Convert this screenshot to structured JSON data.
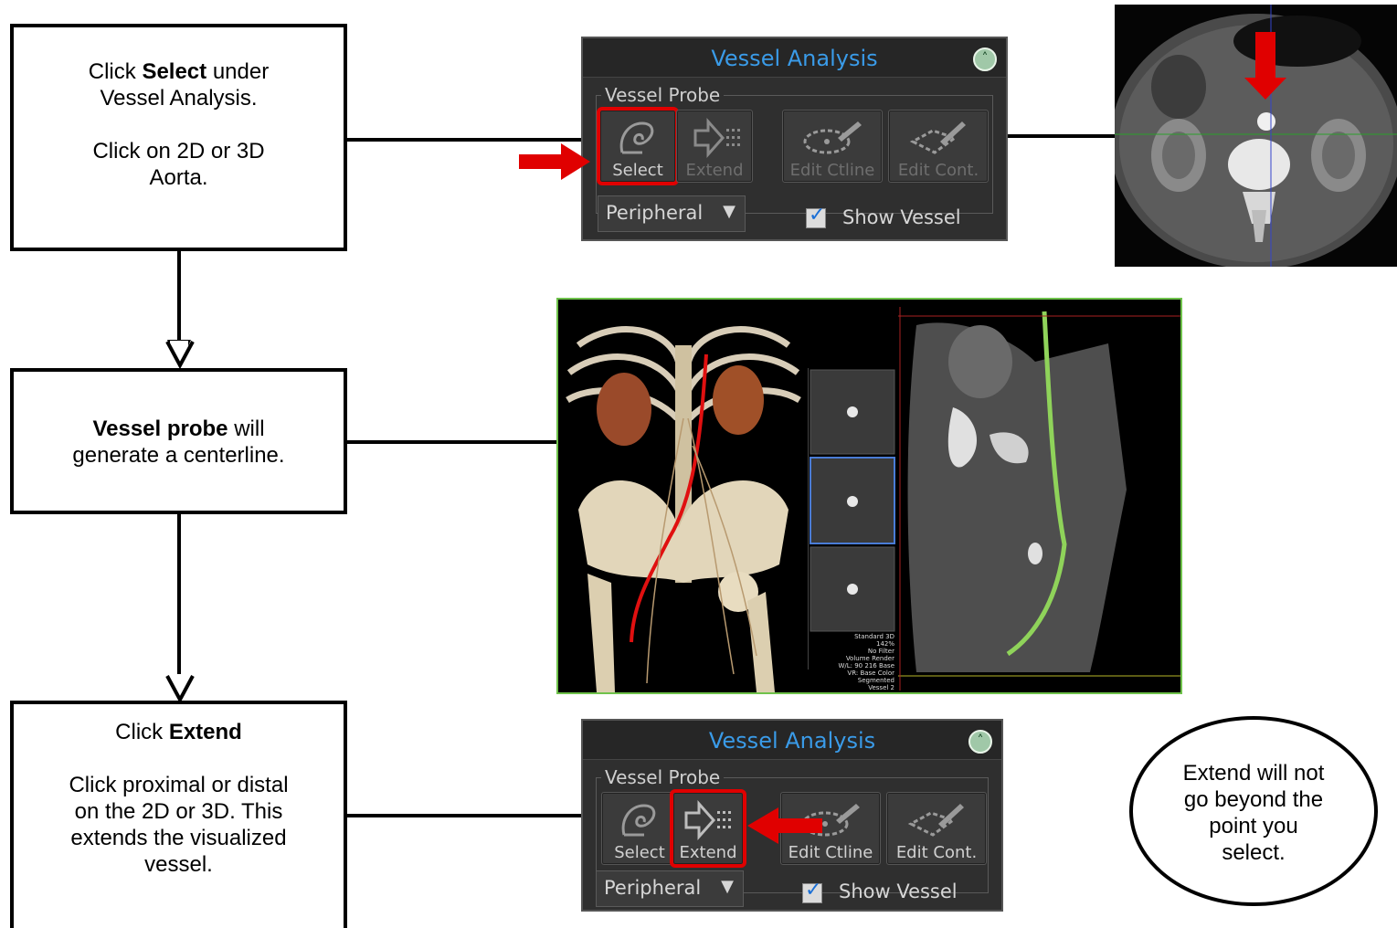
{
  "steps": [
    {
      "line1_prefix": "Click ",
      "line1_bold": "Select",
      "line1_suffix": " under",
      "line2": "Vessel Analysis.",
      "line3": "Click on 2D or 3D",
      "line4": "Aorta."
    },
    {
      "bold": "Vessel probe",
      "line1_suffix": " will",
      "line2": "generate a centerline."
    },
    {
      "line1_prefix": "Click ",
      "line1_bold": "Extend",
      "line2": "Click proximal or distal",
      "line3": "on the 2D or 3D. This",
      "line4": "extends the visualized",
      "line5": "vessel."
    }
  ],
  "note": {
    "line1": "Extend will not",
    "line2": "go beyond the",
    "line3": "point you",
    "line4": "select."
  },
  "panel_top": {
    "title": "Vessel Analysis",
    "group": "Vessel Probe",
    "buttons": [
      "Select",
      "Extend",
      "Edit Ctline",
      "Edit Cont."
    ],
    "dropdown": "Peripheral",
    "checkbox_label": "Show Vessel",
    "checkbox_checked": true,
    "highlighted": "Select"
  },
  "panel_bottom": {
    "title": "Vessel Analysis",
    "group": "Vessel Probe",
    "buttons": [
      "Select",
      "Extend",
      "Edit Ctline",
      "Edit Cont."
    ],
    "dropdown": "Peripheral",
    "checkbox_label": "Show Vessel",
    "checkbox_checked": true,
    "highlighted": "Extend"
  },
  "viewer_overlay": {
    "lines": [
      "Standard 3D",
      "142%",
      "No Filter",
      "Volume Render",
      "W/L: 90 216 Base",
      "VR: Base Color",
      "Segmented",
      "Vessel 2"
    ]
  },
  "colors": {
    "highlight": "#e00000",
    "panel_title": "#3a9be8",
    "viewer_border": "#6fc24b",
    "centerline_3d": "#e01010",
    "centerline_2d": "#8fd35a"
  }
}
